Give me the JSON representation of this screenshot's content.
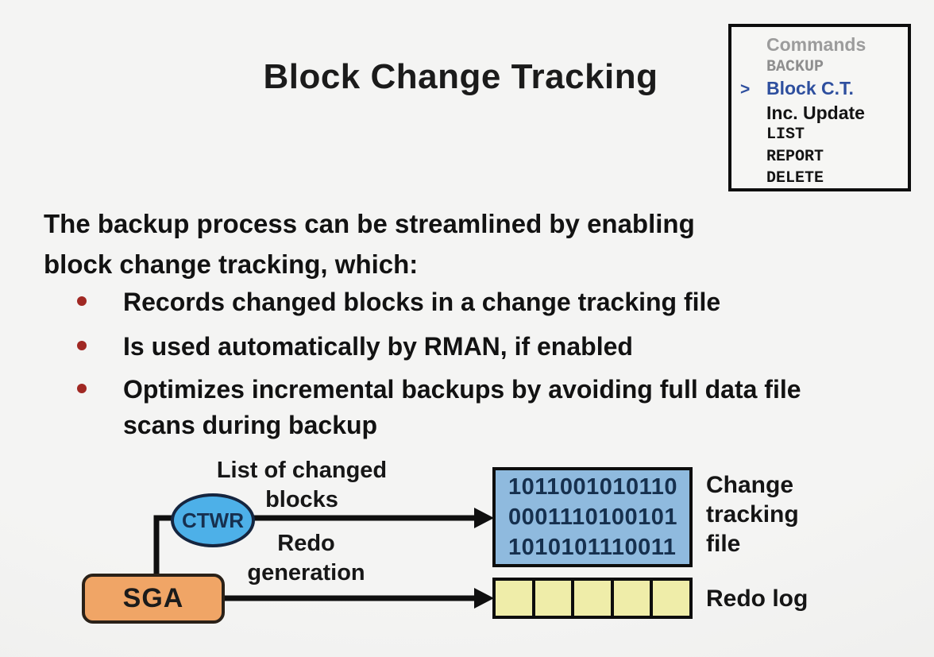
{
  "slide": {
    "title": "Block Change Tracking"
  },
  "commands_panel": {
    "header": "Commands",
    "marker": ">",
    "items": [
      {
        "label": "BACKUP"
      },
      {
        "label": "Block C.T."
      },
      {
        "label": "Inc. Update"
      },
      {
        "label": "LIST"
      },
      {
        "label": "REPORT"
      },
      {
        "label": "DELETE"
      }
    ],
    "active_item": "Block C.T."
  },
  "intro": {
    "line1": "The backup process can be streamlined by enabling",
    "line2": "block change tracking, which:"
  },
  "bullets": [
    "Records changed blocks in a change tracking file",
    "Is used automatically by RMAN, if enabled",
    "Optimizes incremental backups by avoiding full data file scans during backup"
  ],
  "diagram": {
    "ctwr_label": "CTWR",
    "sga_label": "SGA",
    "list_of_changed_blocks_label": "List of changed blocks",
    "redo_generation_label": "Redo generation",
    "change_tracking_file_label": "Change tracking file",
    "redo_log_label": "Redo log",
    "binary_rows": [
      "1011001010110",
      "0001110100101",
      "1010101110011"
    ],
    "redo_cell_count": 5,
    "colors": {
      "ctwr_fill": "#4db0e8",
      "sga_fill": "#f0a566",
      "tracking_file_fill": "#8fbade",
      "redo_cell_fill": "#efeda9",
      "active_command_blue": "#2e4f9e",
      "bullet_dot_red": "#a02823",
      "arrow_black": "#0f0f0f"
    }
  }
}
